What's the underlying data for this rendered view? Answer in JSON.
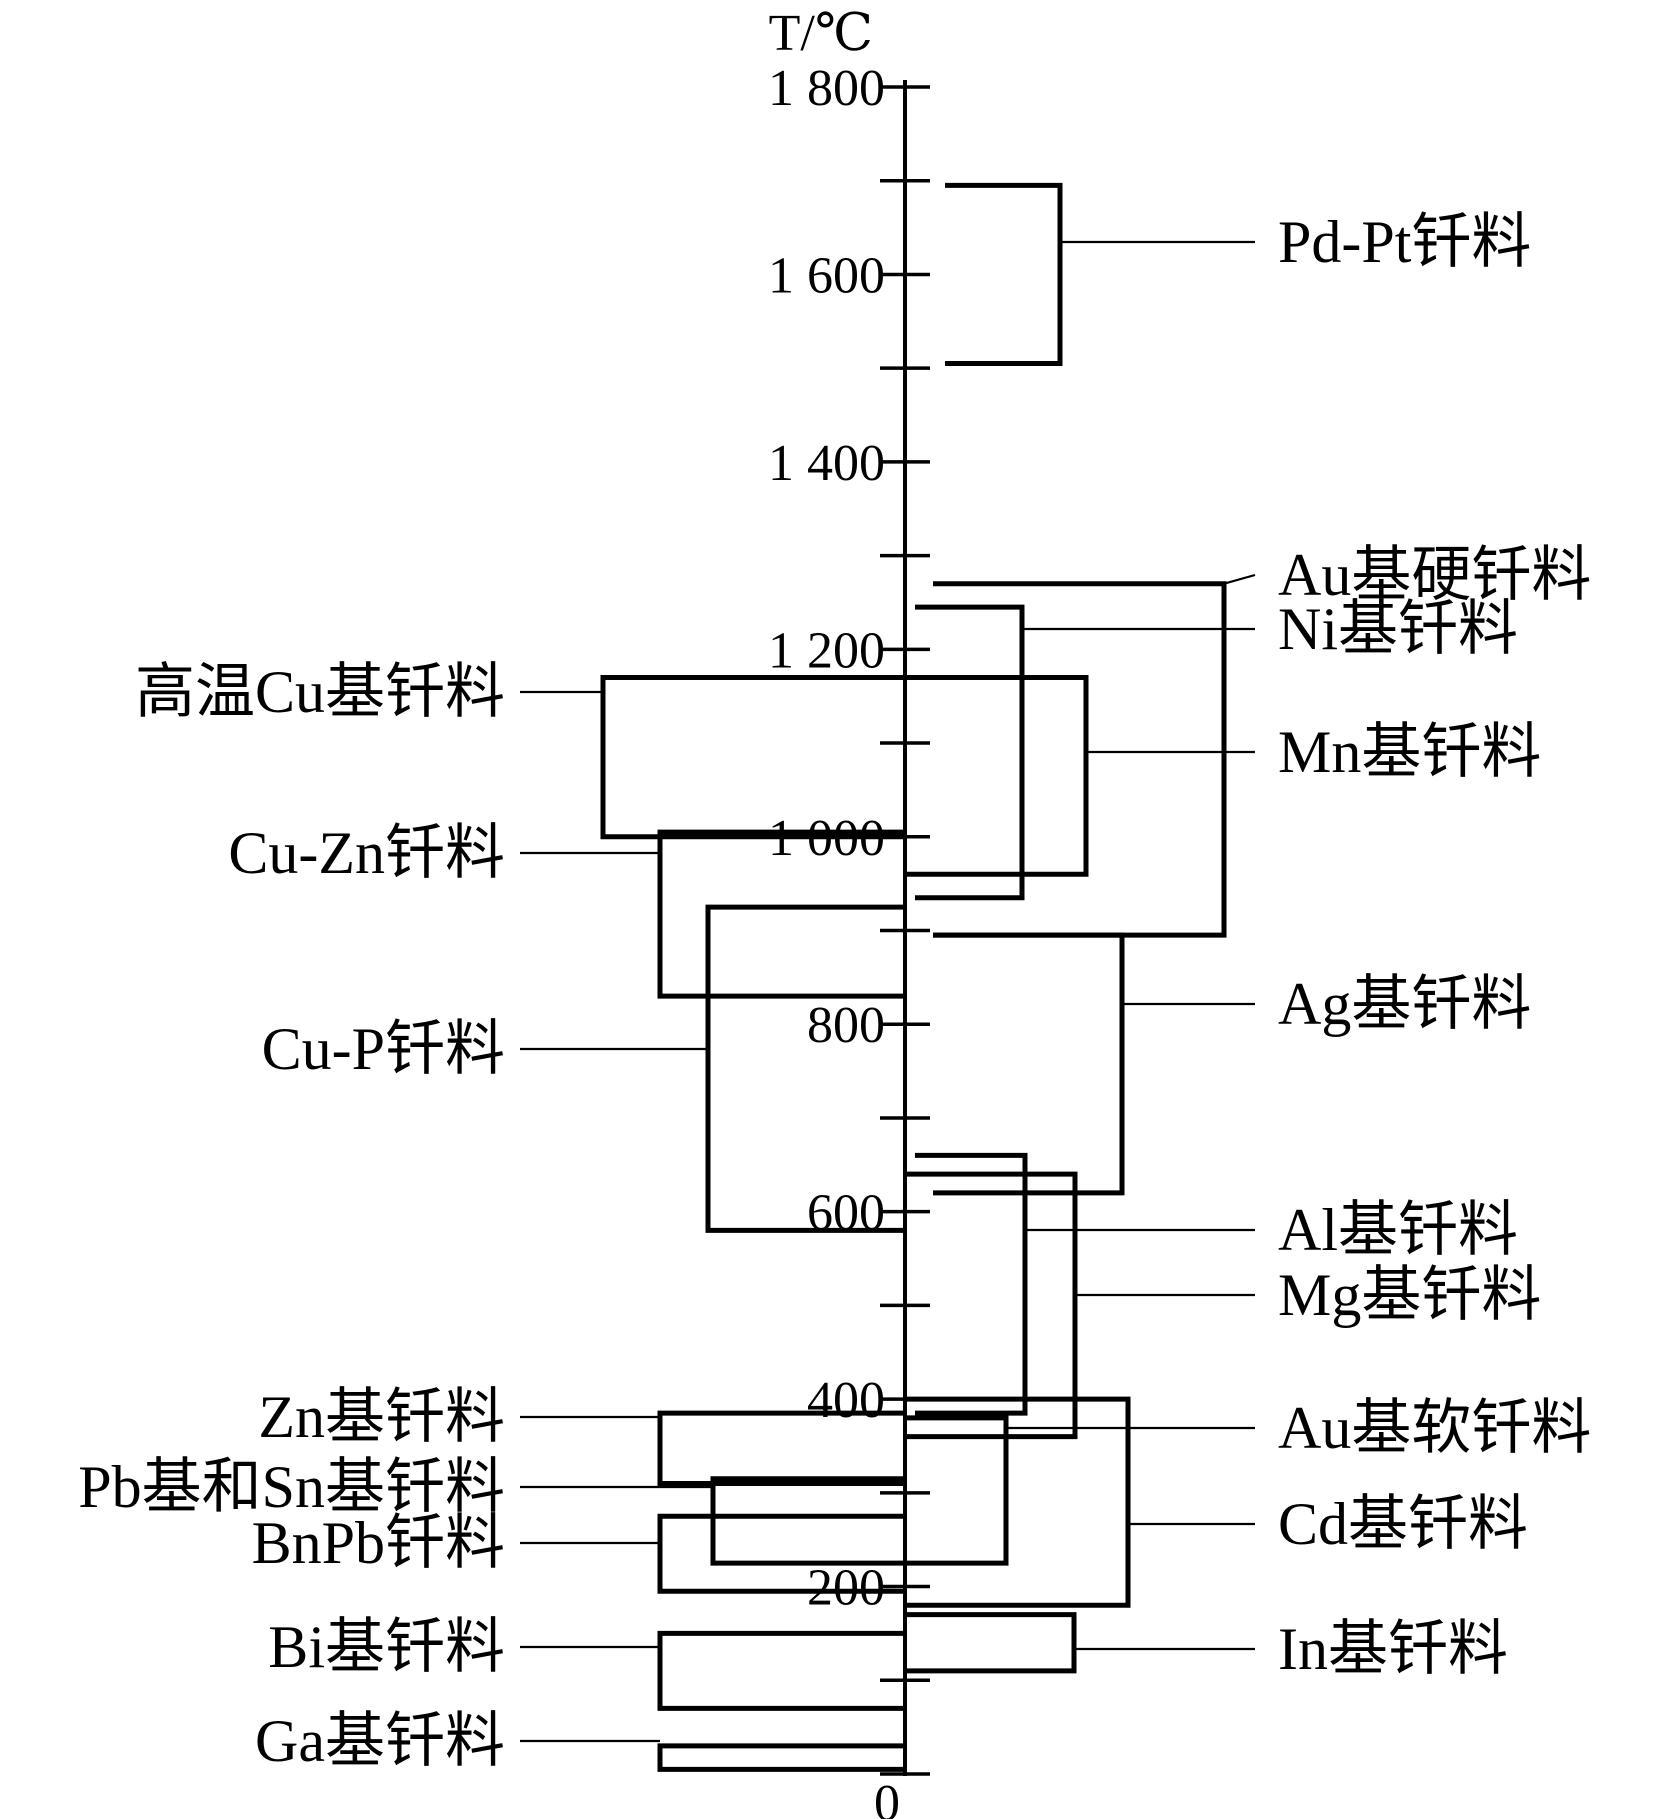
{
  "chart_data": {
    "type": "range",
    "ylabel": "T/℃",
    "ylim": [
      0,
      1800
    ],
    "ticks_labeled": [
      {
        "value": 0,
        "label": "0"
      },
      {
        "value": 200,
        "label": "200"
      },
      {
        "value": 400,
        "label": "400"
      },
      {
        "value": 600,
        "label": "600"
      },
      {
        "value": 800,
        "label": "800"
      },
      {
        "value": 1000,
        "label": "1 000"
      },
      {
        "value": 1200,
        "label": "1 200"
      },
      {
        "value": 1400,
        "label": "1 400"
      },
      {
        "value": 1600,
        "label": "1 600"
      },
      {
        "value": 1800,
        "label": "1 800"
      }
    ],
    "minor_ticks": [
      100,
      300,
      500,
      700,
      900,
      1100,
      1300,
      1500,
      1700
    ],
    "series": [
      {
        "name": "Pd-Pt钎料",
        "side": "right",
        "min": 1505,
        "max": 1695
      },
      {
        "name": "Au基硬钎料",
        "side": "right",
        "min": 895,
        "max": 1270
      },
      {
        "name": "Ni基钎料",
        "side": "right",
        "min": 935,
        "max": 1245
      },
      {
        "name": "Mn基钎料",
        "side": "right",
        "min": 960,
        "max": 1170
      },
      {
        "name": "Ag基钎料",
        "side": "right",
        "min": 620,
        "max": 895
      },
      {
        "name": "Al基钎料",
        "side": "right",
        "min": 385,
        "max": 660
      },
      {
        "name": "Mg基钎料",
        "side": "right",
        "min": 360,
        "max": 640
      },
      {
        "name": "Au基软钎料",
        "side": "right",
        "min": 225,
        "max": 380
      },
      {
        "name": "Cd基钎料",
        "side": "right",
        "min": 180,
        "max": 400
      },
      {
        "name": "In基钎料",
        "side": "right",
        "min": 110,
        "max": 170
      },
      {
        "name": "高温Cu基钎料",
        "side": "left",
        "min": 1000,
        "max": 1170
      },
      {
        "name": "Cu-Zn钎料",
        "side": "left",
        "min": 830,
        "max": 1005
      },
      {
        "name": "Cu-P钎料",
        "side": "left",
        "min": 580,
        "max": 925
      },
      {
        "name": "Zn基钎料",
        "side": "left",
        "min": 310,
        "max": 385
      },
      {
        "name": "Pb基和Sn基钎料",
        "side": "left",
        "min": 225,
        "max": 315
      },
      {
        "name": "BnPb钎料",
        "side": "left",
        "min": 195,
        "max": 275
      },
      {
        "name": "Bi基钎料",
        "side": "left",
        "min": 70,
        "max": 150
      },
      {
        "name": "Ga基钎料",
        "side": "left",
        "min": 5,
        "max": 30
      }
    ]
  }
}
